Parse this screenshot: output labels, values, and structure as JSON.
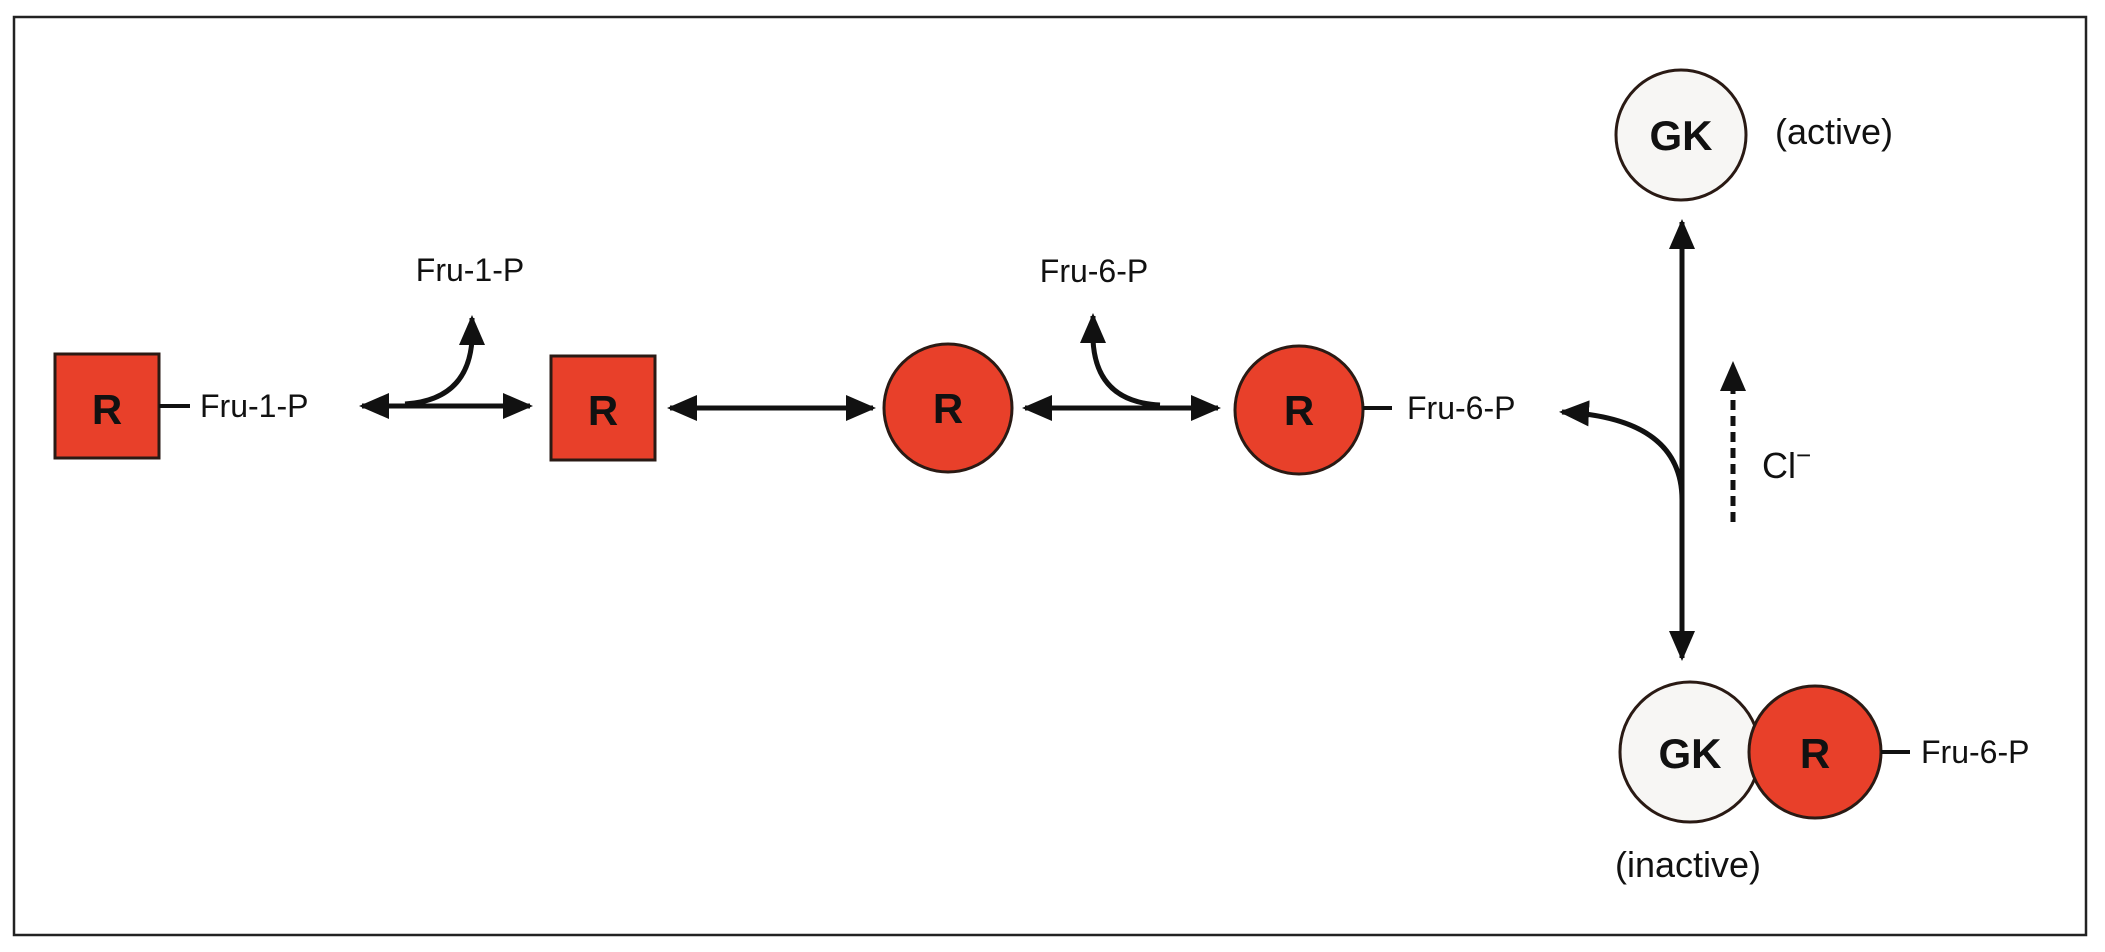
{
  "colors": {
    "regulator_fill": "#e8402a",
    "regulator_stroke": "#2a1a14",
    "gk_fill": "#f7f6f4",
    "line": "#111111",
    "frame": "#222222"
  },
  "nodes": {
    "r1": "R",
    "r2": "R",
    "r3": "R",
    "r4": "R",
    "r5": "R",
    "gk_active": "GK",
    "gk_inactive": "GK"
  },
  "labels": {
    "fru1p_bound": "Fru-1-P",
    "fru1p_released": "Fru-1-P",
    "fru6p_released": "Fru-6-P",
    "fru6p_bound": "Fru-6-P",
    "fru6p_complex": "Fru-6-P",
    "active": "(active)",
    "inactive": "(inactive)",
    "chloride": "Cl",
    "chloride_charge": "−"
  }
}
